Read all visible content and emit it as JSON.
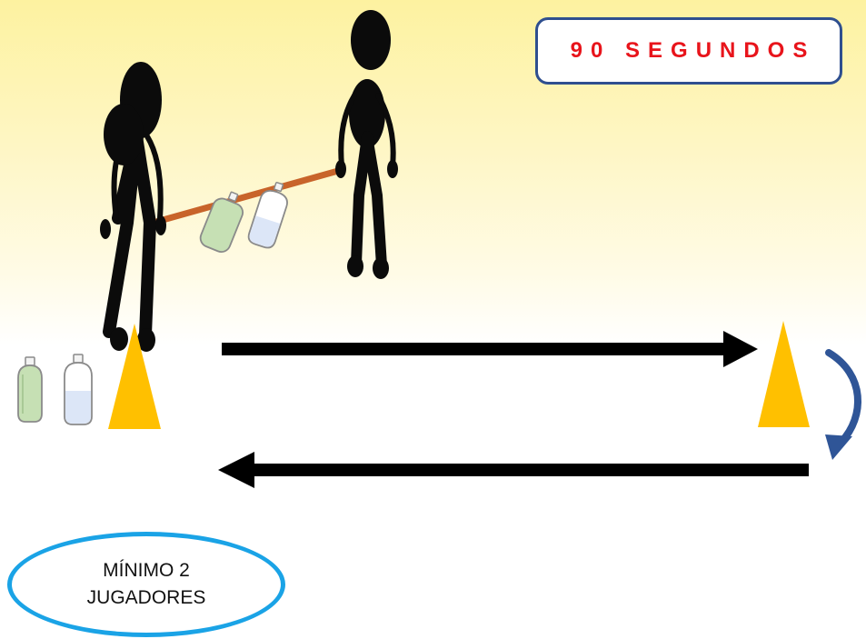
{
  "timer": {
    "label": "90 SEGUNDOS",
    "color": "#e8141b",
    "border_color": "#2f4f8f"
  },
  "players_note": {
    "line1": "MÍNIMO 2",
    "line2": "JUGADORES",
    "border_color": "#1aa3e6"
  },
  "colors": {
    "figure": "#0b0b0b",
    "pole": "#c8642a",
    "cone": "#ffc000",
    "arrow": "#000000",
    "return_arrow": "#2f5597",
    "bottle_green": "#c6e0b4",
    "bottle_blue": "#dce6f7"
  },
  "icons": [
    "stick-figure-icon",
    "bottle-icon",
    "cone-icon",
    "arrow-right-icon",
    "arrow-left-icon",
    "u-turn-arrow-icon"
  ]
}
